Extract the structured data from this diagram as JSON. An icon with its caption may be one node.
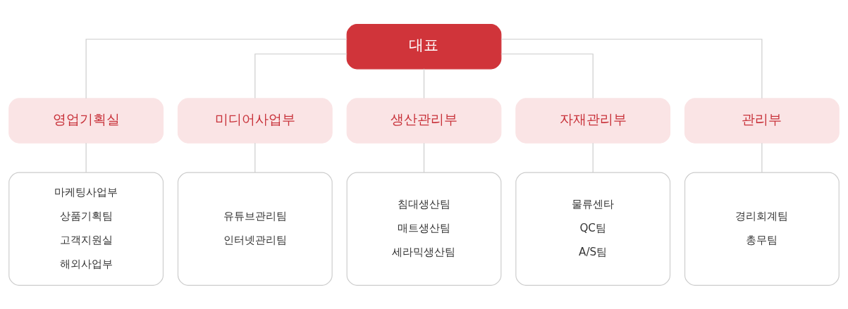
{
  "diagram": {
    "nodes": [
      {
        "text": [
          "대표"
        ]
      },
      {
        "text": [
          "영업기획실"
        ]
      },
      {
        "text": [
          "미디어사업부"
        ]
      },
      {
        "text": [
          "생산관리부"
        ]
      },
      {
        "text": [
          "자재관리부"
        ]
      },
      {
        "text": [
          "관리부"
        ]
      },
      {
        "text": [
          "마케팅사업부",
          "상품기획팀",
          "고객지원실",
          "해외사업부"
        ]
      },
      {
        "text": [
          "유튜브관리팀",
          "인터넷관리팀"
        ]
      },
      {
        "text": [
          "침대생산팀",
          "매트생산팀",
          "세라믹생산팀"
        ]
      },
      {
        "text": [
          "물류센타",
          "QC팀",
          "A/S팀"
        ]
      },
      {
        "text": [
          "경리회계팀",
          "총무팀"
        ]
      }
    ],
    "edges": [
      {
        "from": 0,
        "to": 1,
        "arrow": "none"
      },
      {
        "from": 0,
        "to": 2,
        "arrow": "none"
      },
      {
        "from": 0,
        "to": 3,
        "arrow": "none"
      },
      {
        "from": 0,
        "to": 4,
        "arrow": "none"
      },
      {
        "from": 0,
        "to": 5,
        "arrow": "none"
      },
      {
        "from": 1,
        "to": 6,
        "arrow": "none"
      },
      {
        "from": 2,
        "to": 7,
        "arrow": "none"
      },
      {
        "from": 3,
        "to": 8,
        "arrow": "none"
      },
      {
        "from": 4,
        "to": 9,
        "arrow": "none"
      },
      {
        "from": 5,
        "to": 10,
        "arrow": "none"
      }
    ]
  }
}
